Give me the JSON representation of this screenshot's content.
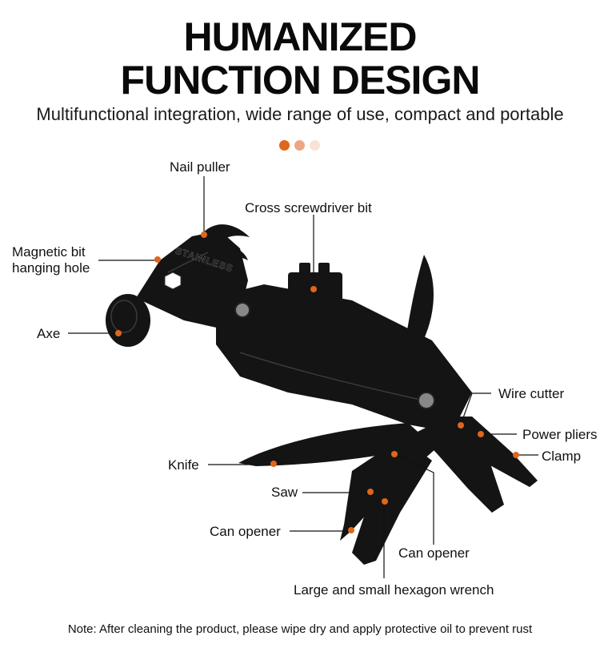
{
  "heading": {
    "line1": "HUMANIZED",
    "line2": "FUNCTION DESIGN",
    "subtitle": "Multifunctional integration, wide range of use, compact and portable"
  },
  "colors": {
    "accent": "#e0661a",
    "accent_mid": "#eda683",
    "accent_light": "#f7e3d8",
    "tool": "#141414"
  },
  "labels": {
    "nail_puller": "Nail puller",
    "cross_screwdriver": "Cross screwdriver bit",
    "magnetic_bit": "Magnetic bit\nhanging hole",
    "axe": "Axe",
    "wire_cutter": "Wire cutter",
    "power_pliers": "Power pliers",
    "clamp": "Clamp",
    "knife": "Knife",
    "saw": "Saw",
    "can_opener_left": "Can opener",
    "can_opener_right": "Can opener",
    "hex_wrench": "Large and small hexagon wrench"
  },
  "stamp_text": "STAINLESS",
  "note": "Note: After cleaning the product, please wipe dry and apply protective oil to prevent rust"
}
